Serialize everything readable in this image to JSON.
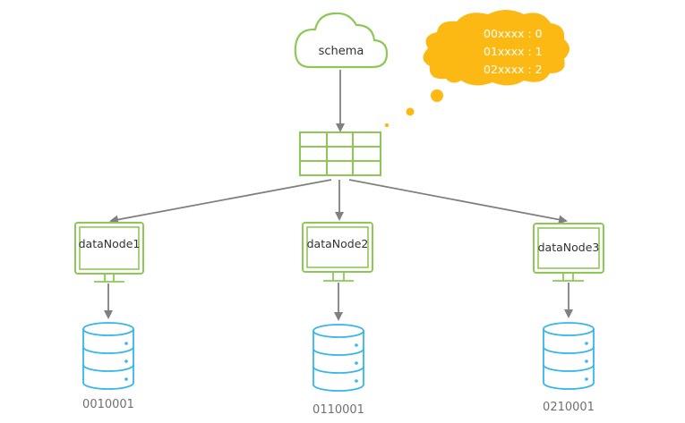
{
  "colors": {
    "green": "#8dc857",
    "arrow": "#808080",
    "orange": "#fdb913",
    "blue": "#36b6ec",
    "text": "#333333",
    "db_label": "#707070",
    "cloud_text": "#ffffff"
  },
  "schema": {
    "label": "schema"
  },
  "mapping_cloud": {
    "lines": [
      "00xxxx : 0",
      "01xxxx : 1",
      "02xxxx : 2"
    ]
  },
  "nodes": [
    {
      "label": "dataNode1",
      "db_label": "0010001"
    },
    {
      "label": "dataNode2",
      "db_label": "0110001"
    },
    {
      "label": "dataNode3",
      "db_label": "0210001"
    }
  ]
}
